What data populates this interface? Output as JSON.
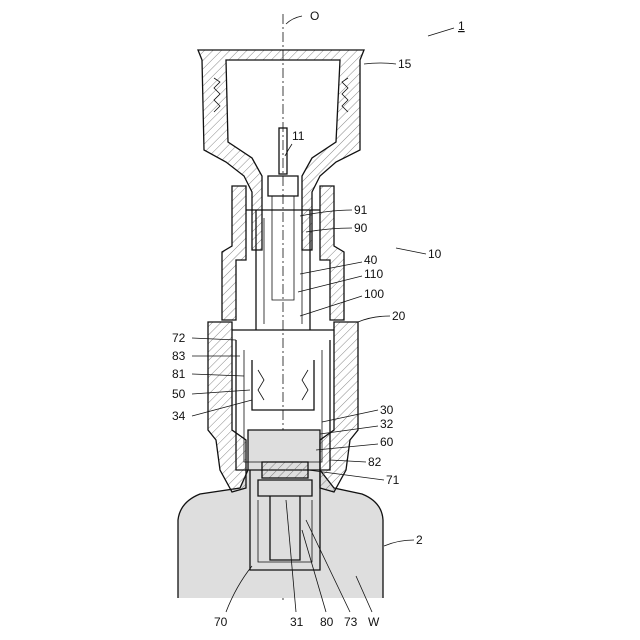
{
  "labels": {
    "axis": "O",
    "assembly": "1",
    "cap": "15",
    "needle": "11",
    "l91": "91",
    "l90": "90",
    "l10": "10",
    "l40": "40",
    "l110": "110",
    "l100": "100",
    "l20": "20",
    "l72": "72",
    "l83": "83",
    "l81": "81",
    "l50": "50",
    "l34": "34",
    "l30": "30",
    "l32": "32",
    "l60": "60",
    "l82": "82",
    "l71": "71",
    "l2": "2",
    "l70": "70",
    "l31": "31",
    "l80": "80",
    "l73": "73",
    "lW": "W"
  }
}
